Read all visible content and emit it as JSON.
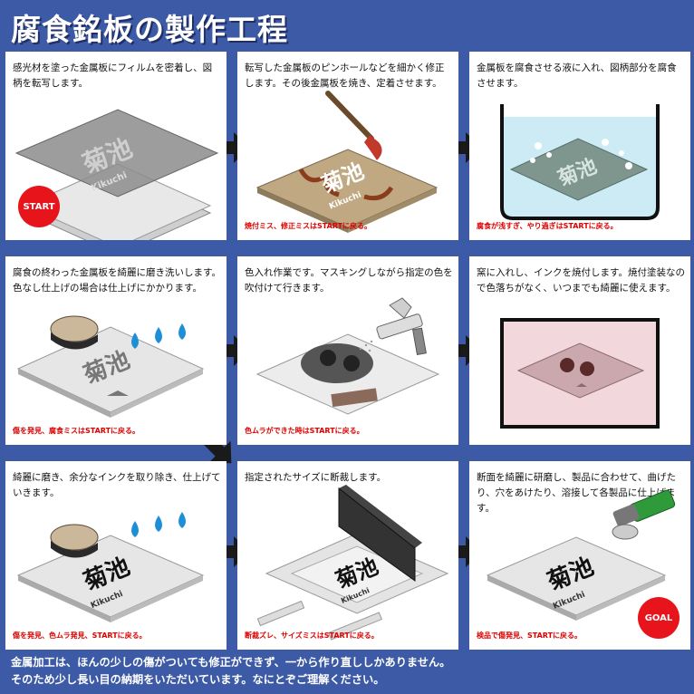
{
  "title": "腐食銘板の製作工程",
  "plate": {
    "kanji": "菊池",
    "romaji": "Kikuchi"
  },
  "steps": [
    {
      "desc": "感光材を塗った金属板にフィルムを密着し、図柄を転写します。",
      "warning": "",
      "badge": "START"
    },
    {
      "desc": "転写した金属板のピンホールなどを細かく修正します。その後金属板を焼き、定着させます。",
      "warning": "焼付ミス、修正ミスはSTARTに戻る。"
    },
    {
      "desc": "金属板を腐食させる液に入れ、図柄部分を腐食させます。",
      "warning": "腐食が浅すぎ、やり過ぎはSTARTに戻る。"
    },
    {
      "desc": "腐食の終わった金属板を綺麗に磨き洗いします。色なし仕上げの場合は仕上げにかかります。",
      "warning": "傷を発見、腐食ミスはSTARTに戻る。"
    },
    {
      "desc": "色入れ作業です。マスキングしながら指定の色を吹付けて行きます。",
      "warning": "色ムラができた時はSTARTに戻る。"
    },
    {
      "desc": "窯に入れし、インクを焼付します。焼付塗装なので色落ちがなく、いつまでも綺麗に使えます。",
      "warning": ""
    },
    {
      "desc": "綺麗に磨き、余分なインクを取り除き、仕上げていきます。",
      "warning": "傷を発見、色ムラ発見、STARTに戻る。"
    },
    {
      "desc": "指定されたサイズに断裁します。",
      "warning": "断裁ズレ、サイズミスはSTARTに戻る。"
    },
    {
      "desc": "断面を綺麗に研磨し、製品に合わせて、曲げたり、穴をあけたり、溶接して各製品に仕上げます。",
      "warning": "検品で傷発見、STARTに戻る。",
      "badge": "GOAL"
    }
  ],
  "footer": {
    "line1": "金属加工は、ほんの少しの傷がついても修正ができず、一から作り直ししかありません。",
    "line2": "そのため少し長い目の納期をいただいています。なにとぞご理解ください。"
  },
  "colors": {
    "background": "#3d5aa6",
    "badge": "#e8141c",
    "warning": "#e00000"
  }
}
